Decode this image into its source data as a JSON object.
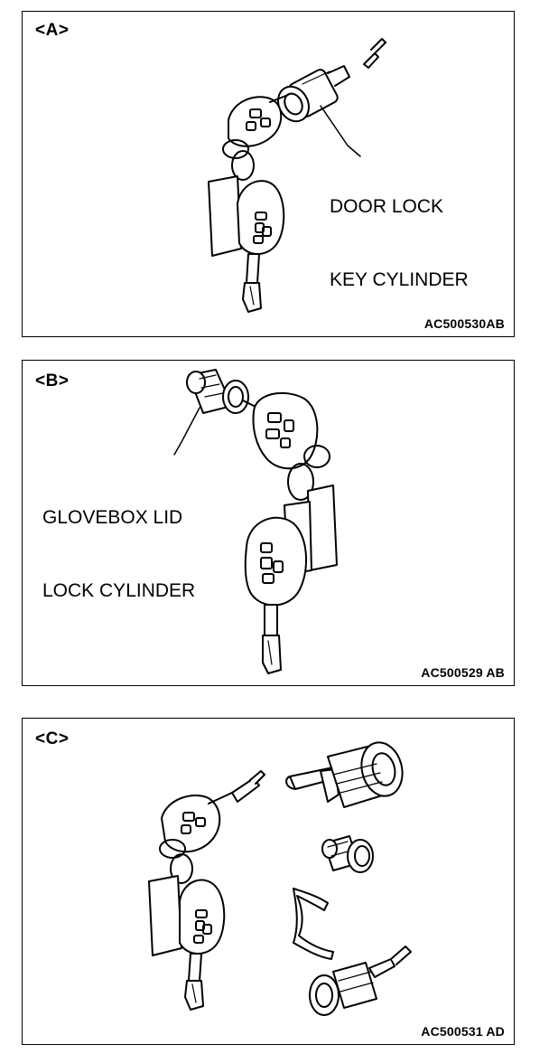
{
  "panels": [
    {
      "tag": "<A>",
      "callout_line1": "DOOR LOCK",
      "callout_line2": "KEY CYLINDER",
      "code": "AC500530AB"
    },
    {
      "tag": "<B>",
      "callout_line1": "GLOVEBOX LID",
      "callout_line2": "LOCK CYLINDER",
      "code": "AC500529 AB"
    },
    {
      "tag": "<C>",
      "code": "AC500531 AD"
    }
  ]
}
